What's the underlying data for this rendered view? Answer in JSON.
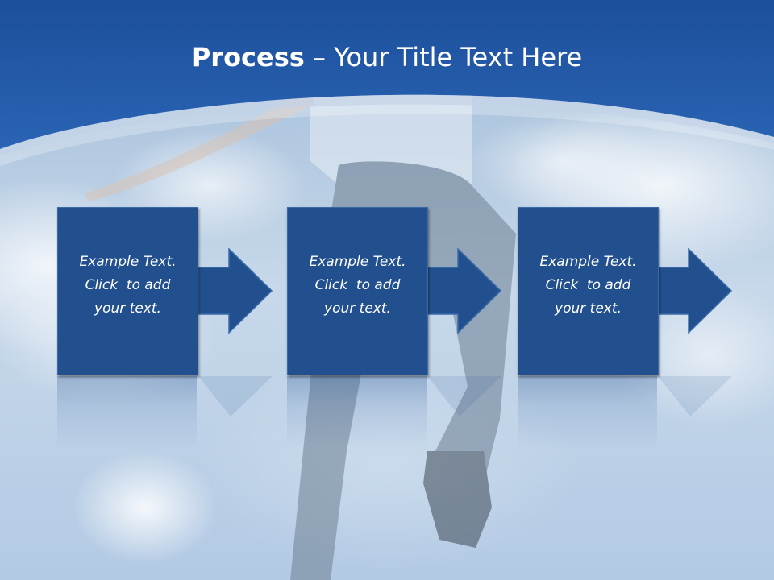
{
  "slide": {
    "title_bold": "Process",
    "title_rest": " – Your Title Text Here"
  },
  "steps": [
    {
      "line1": "Example Text.",
      "line2": "Click  to add",
      "line3": "your text."
    },
    {
      "line1": "Example Text.",
      "line2": "Click  to add",
      "line3": "your text."
    },
    {
      "line1": "Example Text.",
      "line2": "Click  to add",
      "line3": "your text."
    }
  ],
  "colors": {
    "header_blue": "#1f56a3",
    "box_blue": "#22508f",
    "text": "#ffffff"
  }
}
